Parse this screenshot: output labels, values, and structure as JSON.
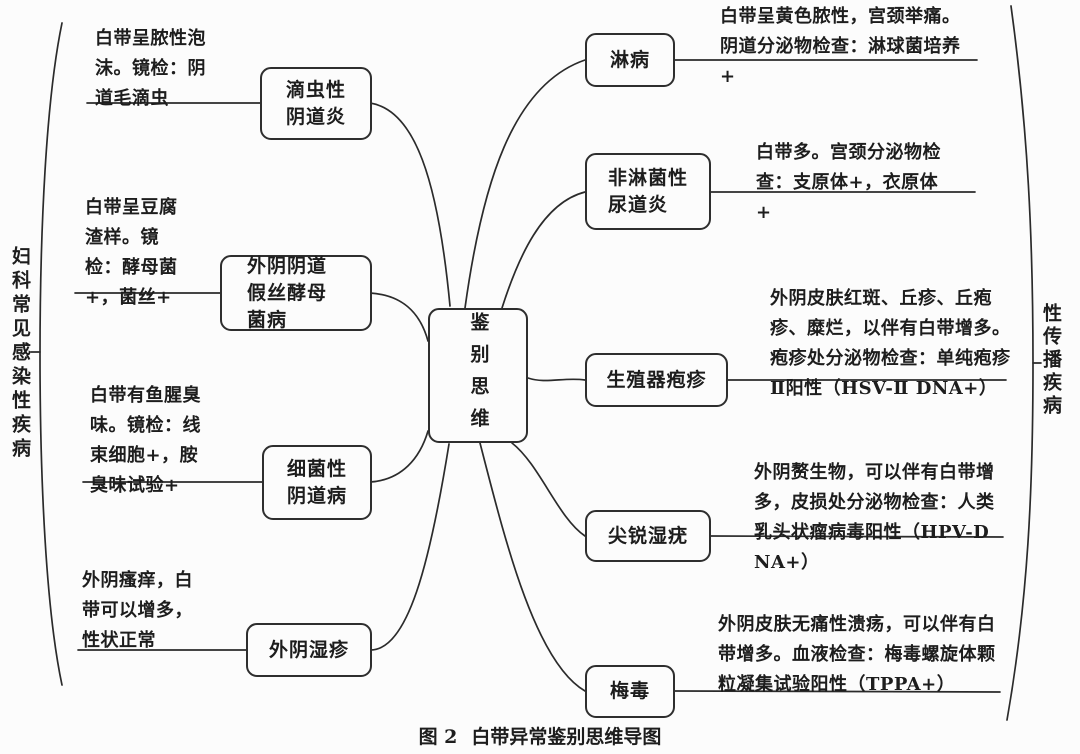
{
  "figure": {
    "caption_prefix": "图 2",
    "caption_title": "白带异常鉴别思维导图"
  },
  "center": {
    "label": "鉴别思维"
  },
  "left_group": {
    "label": "妇科常见感染性疾病"
  },
  "right_group": {
    "label": "性传播疾病"
  },
  "left_items": [
    {
      "label": "滴虫性阴道炎",
      "note": "白带呈脓性泡沫。镜检：阴道毛滴虫"
    },
    {
      "label": "外阴阴道假丝酵母菌病",
      "note": "白带呈豆腐渣样。镜检：酵母菌+，菌丝+"
    },
    {
      "label": "细菌性阴道病",
      "note": "白带有鱼腥臭味。镜检：线束细胞+，胺臭味试验+"
    },
    {
      "label": "外阴湿疹",
      "note": "外阴瘙痒，白带可以增多，性状正常"
    }
  ],
  "right_items": [
    {
      "label": "淋病",
      "note": "白带呈黄色脓性，宫颈举痛。阴道分泌物检查：淋球菌培养+"
    },
    {
      "label": "非淋菌性尿道炎",
      "note": "白带多。宫颈分泌物检查：支原体+，衣原体+"
    },
    {
      "label": "生殖器疱疹",
      "note": "外阴皮肤红斑、丘疹、丘疱疹、糜烂，以伴有白带增多。疱疹处分泌物检查：单纯疱疹Ⅱ阳性（HSV-Ⅱ DNA+）"
    },
    {
      "label": "尖锐湿疣",
      "note": "外阴赘生物，可以伴有白带增多，皮损处分泌物检查：人类乳头状瘤病毒阳性（HPV-DNA+）"
    },
    {
      "label": "梅毒",
      "note": "外阴皮肤无痛性溃疡，可以伴有白带增多。血液检查：梅毒螺旋体颗粒凝集试验阳性（TPPA+）"
    }
  ],
  "colors": {
    "line": "#2b2b2b",
    "text": "#1d1d1d",
    "background": "#fcfcfc"
  }
}
